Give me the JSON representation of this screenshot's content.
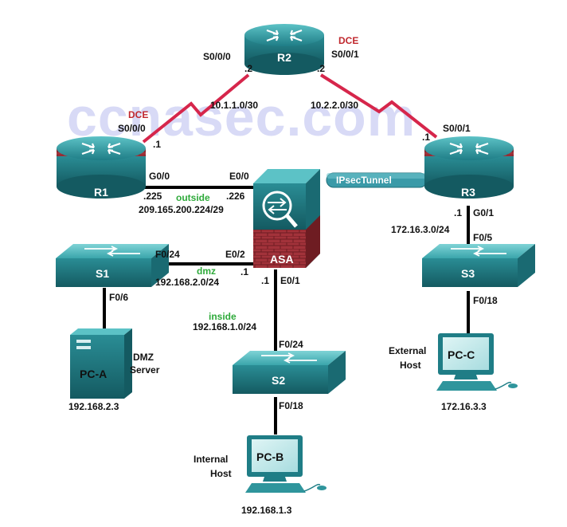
{
  "watermark": "ccnasec.com",
  "devices": {
    "r1": "R1",
    "r2": "R2",
    "r3": "R3",
    "asa": "ASA",
    "s1": "S1",
    "s2": "S2",
    "s3": "S3",
    "pca": "PC-A",
    "pcb": "PC-B",
    "pcc": "PC-C"
  },
  "labels": {
    "r2_s000": "S0/0/0",
    "r2_s000_ip": ".2",
    "r2_dce": "DCE",
    "r2_s001": "S0/0/1",
    "r2_s001_ip": ".2",
    "net_r1r2": "10.1.1.0/30",
    "net_r2r3": "10.2.2.0/30",
    "r1_dce": "DCE",
    "r1_s000": "S0/0/0",
    "r1_s000_ip": ".1",
    "r3_s001": "S0/0/1",
    "r3_s001_ip": ".1",
    "r1_g00": "G0/0",
    "asa_e00": "E0/0",
    "r1_g00_ip": ".225",
    "outside": "outside",
    "asa_e00_ip": ".226",
    "outside_net": "209.165.200.224/29",
    "tunnel": "IPsecTunnel",
    "r3_g01_ip": ".1",
    "r3_g01": "G0/1",
    "r3_net": "172.16.3.0/24",
    "s3_f05": "F0/5",
    "s1_f024": "F0/24",
    "asa_e02": "E0/2",
    "dmz": "dmz",
    "asa_e02_ip": ".1",
    "dmz_net": "192.168.2.0/24",
    "s1_f06": "F0/6",
    "asa_e01_ip": ".1",
    "asa_e01": "E0/1",
    "inside": "inside",
    "inside_net": "192.168.1.0/24",
    "s2_f024": "F0/24",
    "s3_f018": "F0/18",
    "s2_f018": "F0/18",
    "pca_role1": "DMZ",
    "pca_role2": "Server",
    "pca_ip": "192.168.2.3",
    "pcb_role1": "Internal",
    "pcb_role2": "Host",
    "pcb_ip": "192.168.1.3",
    "pcc_role1": "External",
    "pcc_role2": "Host",
    "pcc_ip": "172.16.3.3"
  },
  "colors": {
    "serial_link": "#d6264b",
    "ethernet_link": "#000000",
    "router_teal": "#2a8d95",
    "firewall_red": "#9b2c30",
    "device_teal": "#2f959c",
    "tunnel": "#3a9aa8",
    "dce": "#c0282e",
    "zone_green": "#2eaa3a",
    "watermark": "#b9bdf0"
  }
}
